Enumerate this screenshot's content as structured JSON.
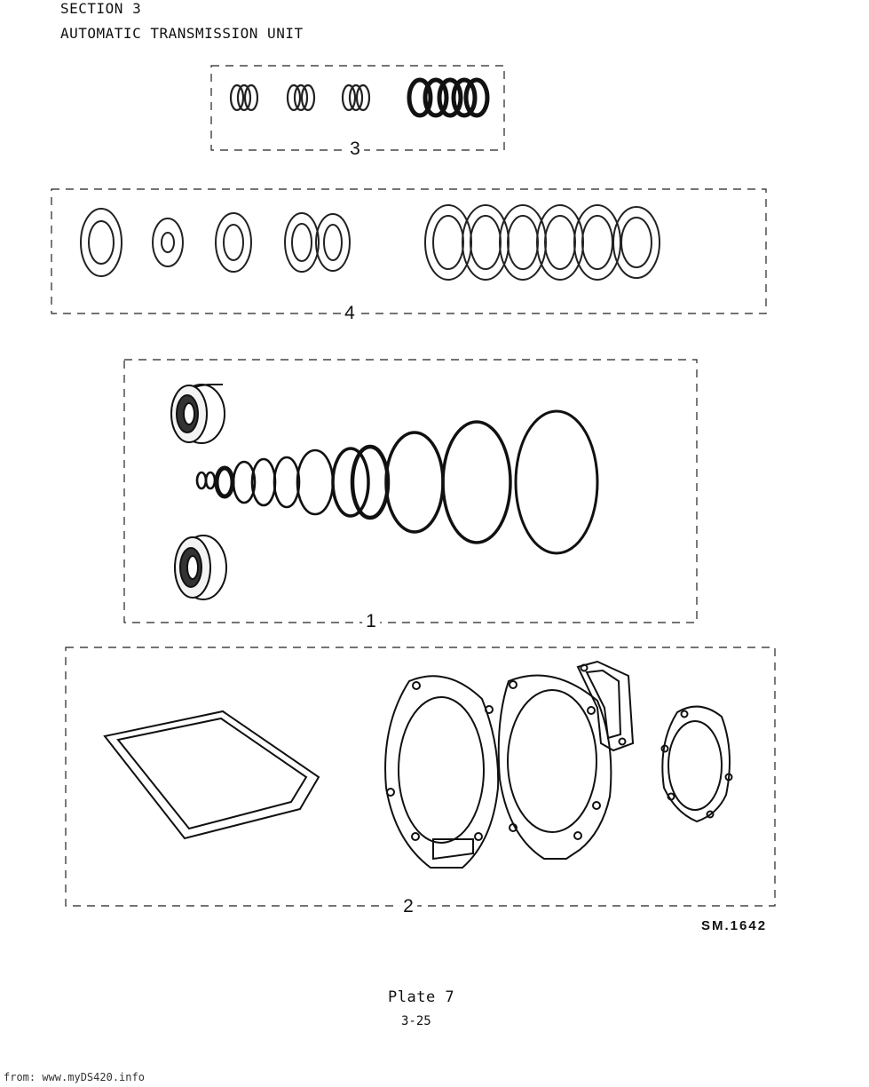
{
  "header": {
    "section": "SECTION 3",
    "title": "AUTOMATIC TRANSMISSION UNIT"
  },
  "groups": [
    {
      "label": "3"
    },
    {
      "label": "4"
    },
    {
      "label": "1"
    },
    {
      "label": "2"
    }
  ],
  "figure_ref": "SM.1642",
  "footer": {
    "plate": "Plate 7",
    "page": "3-25"
  },
  "source": "from: www.myDS420.info"
}
